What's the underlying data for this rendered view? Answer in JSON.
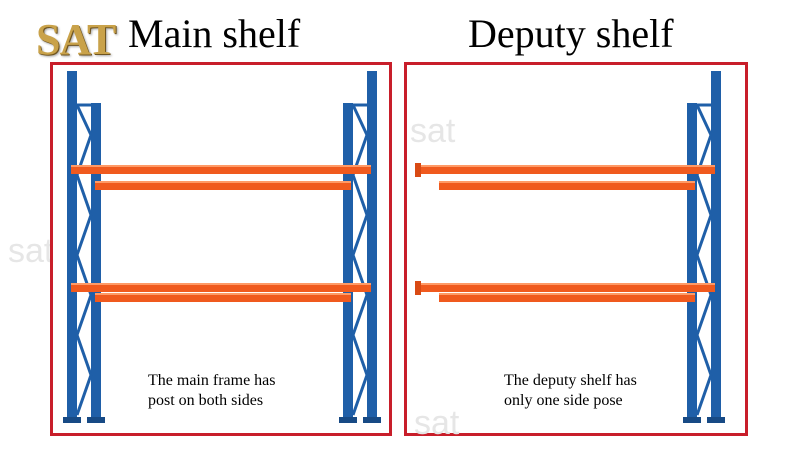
{
  "logo": {
    "text": "SAT"
  },
  "headings": {
    "main": "Main shelf",
    "deputy": "Deputy shelf"
  },
  "captions": {
    "main": [
      "The main frame has",
      "post on both sides"
    ],
    "deputy": [
      "The deputy shelf has",
      "only one side pose"
    ]
  },
  "watermark": "sat",
  "colors": {
    "upright": "#1f5fa8",
    "beam": "#f05a1e",
    "border": "#c81e2a",
    "logo": "#c9a24a"
  },
  "icons": [
    "main-shelf-rack-illustration",
    "deputy-shelf-rack-illustration"
  ]
}
